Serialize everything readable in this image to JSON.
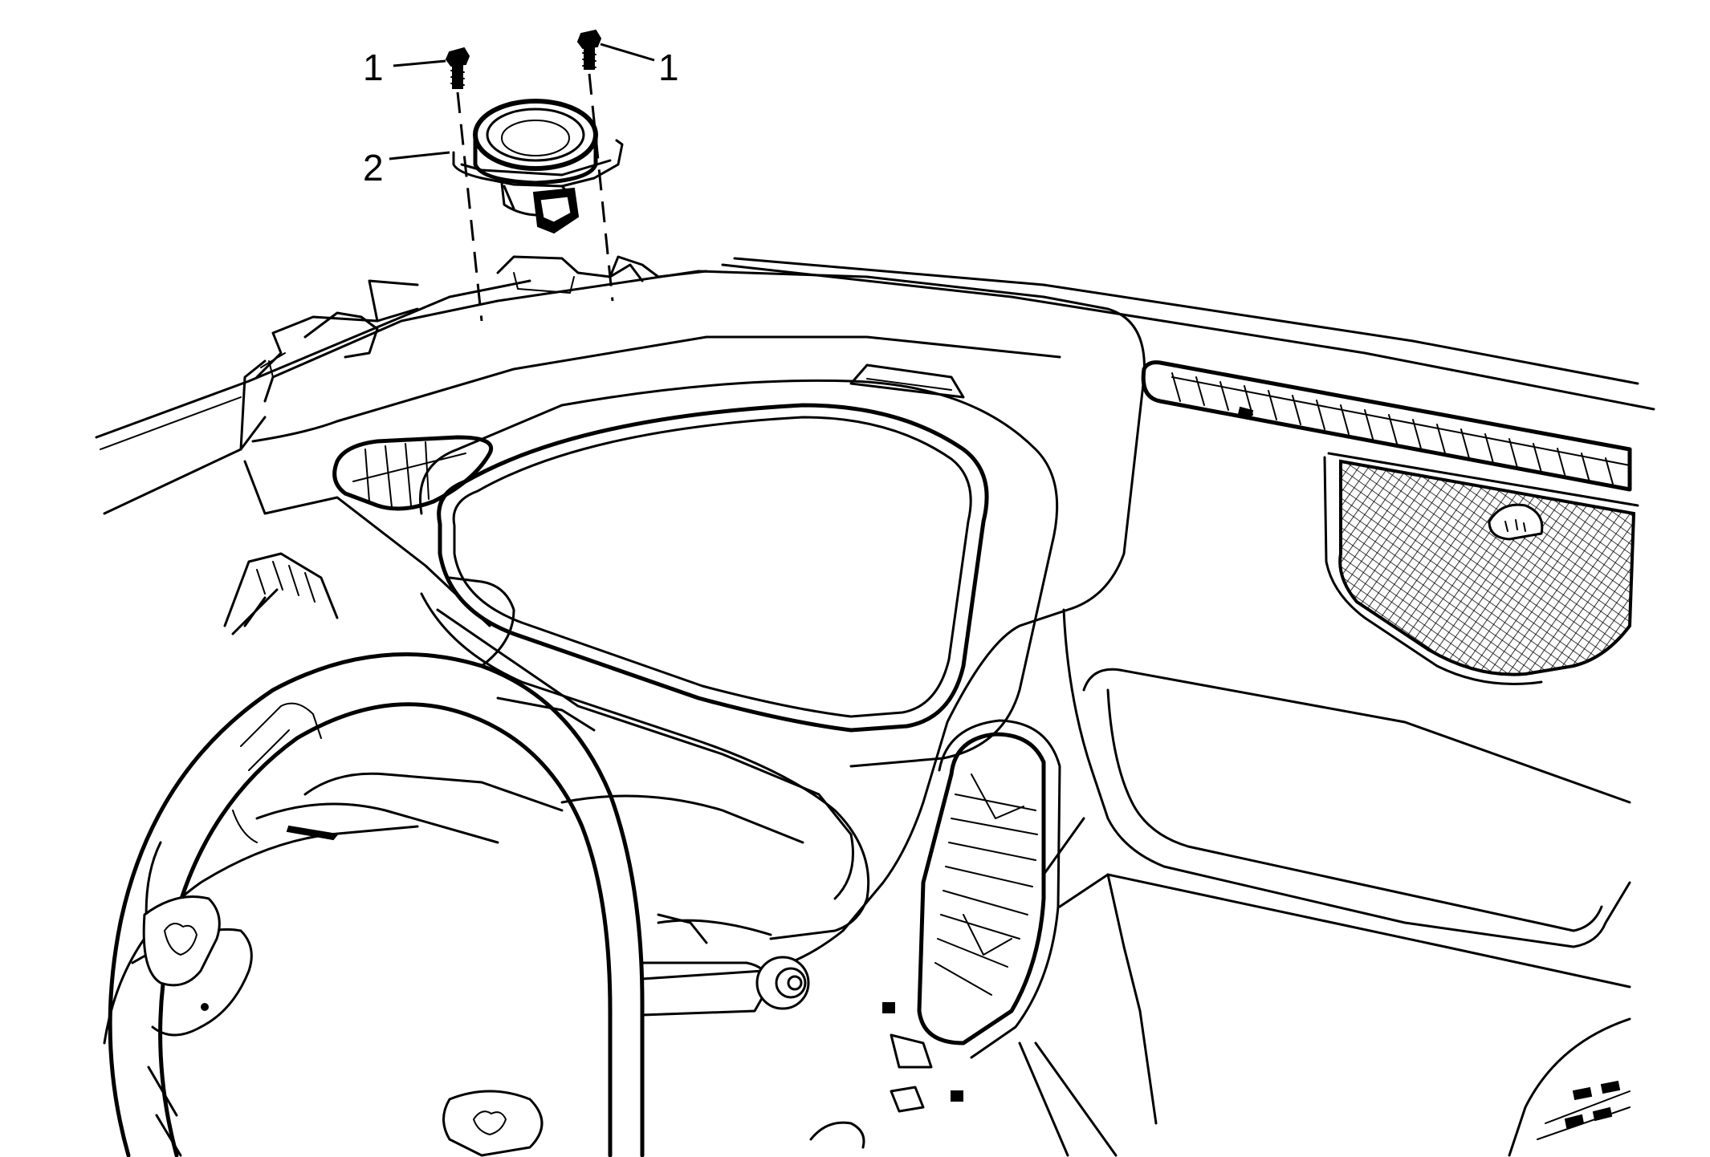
{
  "diagram": {
    "callouts": [
      {
        "id": "c1a",
        "label": "1",
        "part": "screw"
      },
      {
        "id": "c1b",
        "label": "1",
        "part": "screw"
      },
      {
        "id": "c2",
        "label": "2",
        "part": "speaker"
      }
    ],
    "icons": [
      "screw-icon",
      "speaker-icon",
      "instrument-panel-illustration",
      "steering-wheel-illustration",
      "speaker-grille-illustration",
      "air-vent-illustration"
    ],
    "colors": {
      "line": "#000000",
      "background": "#ffffff"
    }
  }
}
